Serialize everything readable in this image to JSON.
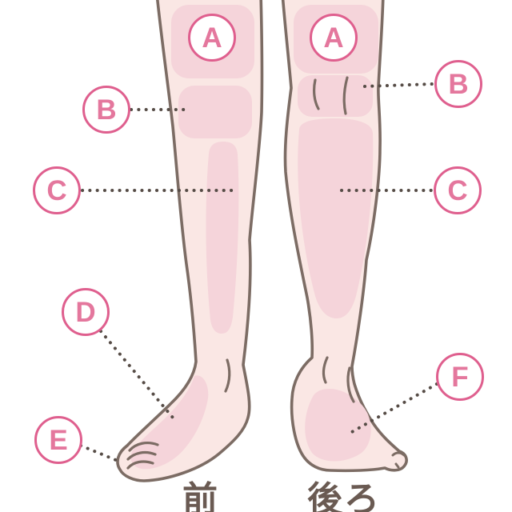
{
  "figure": {
    "description": "Leg zones diagram with front and back views of a leg",
    "views": [
      {
        "id": "front",
        "caption": "前"
      },
      {
        "id": "back",
        "caption": "後ろ"
      }
    ]
  },
  "markers": [
    {
      "id": "A-front",
      "letter": "A"
    },
    {
      "id": "A-back",
      "letter": "A"
    },
    {
      "id": "B-front",
      "letter": "B"
    },
    {
      "id": "B-back",
      "letter": "B"
    },
    {
      "id": "C-front",
      "letter": "C"
    },
    {
      "id": "C-back",
      "letter": "C"
    },
    {
      "id": "D",
      "letter": "D"
    },
    {
      "id": "E",
      "letter": "E"
    },
    {
      "id": "F",
      "letter": "F"
    }
  ],
  "colors": {
    "marker_border_pink": "#df5f8e",
    "marker_letter_pink": "#e4779d",
    "skin": "#fae7e4",
    "muscle": "#f5d4da",
    "outline": "#7c6c64",
    "leader_dot": "#564c46",
    "caption_text": "#6a5a52",
    "background": "#ffffff"
  }
}
